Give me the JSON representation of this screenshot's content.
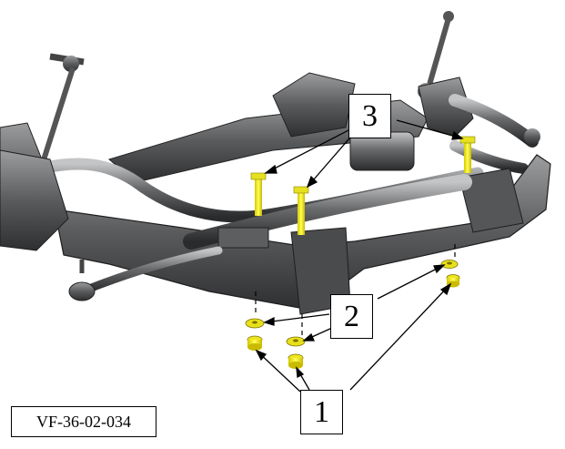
{
  "figure": {
    "code": "VF-36-02-034",
    "callouts": [
      {
        "id": "1"
      },
      {
        "id": "2"
      },
      {
        "id": "3"
      }
    ],
    "colors": {
      "metal_dark": "#3a3a3c",
      "metal_mid": "#6d6e70",
      "metal_light": "#b7b8ba",
      "highlight": "#f2f21a",
      "line": "#000000"
    }
  }
}
